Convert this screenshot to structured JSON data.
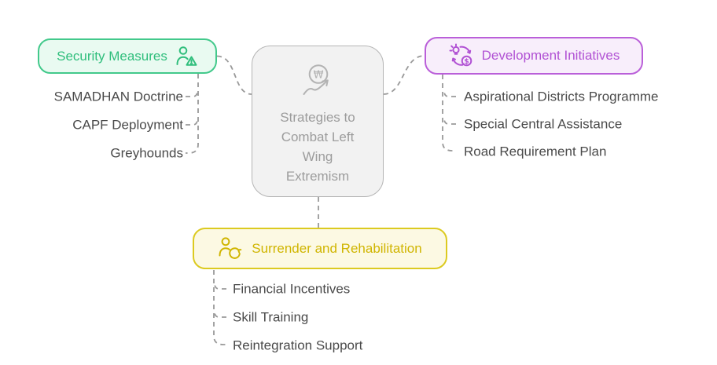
{
  "page": {
    "background": "#ffffff"
  },
  "diagram": {
    "center": {
      "title": "Strategies to Combat Left Wing Extremism",
      "title_lines": [
        "Strategies to",
        "Combat Left",
        "Wing",
        "Extremism"
      ],
      "icon": "won-currency-growth-icon",
      "colors": {
        "border": "#b5b5b5",
        "background": "#f2f2f2",
        "text": "#9c9c9c"
      }
    },
    "branches": [
      {
        "id": "security-measures",
        "label": "Security Measures",
        "icon": "person-alert-icon",
        "colors": {
          "border": "#42c98b",
          "background": "#e9faf1",
          "text": "#2fbe7c"
        },
        "children": [
          "SAMADHAN Doctrine",
          "CAPF Deployment",
          "Greyhounds"
        ]
      },
      {
        "id": "development-initiatives",
        "label": "Development Initiatives",
        "icon": "idea-to-money-icon",
        "colors": {
          "border": "#ba5fd9",
          "background": "#f8eefb",
          "text": "#b152d4"
        },
        "children": [
          "Aspirational Districts Programme",
          "Special Central Assistance",
          "Road Requirement Plan"
        ]
      },
      {
        "id": "surrender-rehabilitation",
        "label": "Surrender and Rehabilitation",
        "icon": "person-refresh-icon",
        "colors": {
          "border": "#dcca20",
          "background": "#fcf9e3",
          "text": "#d0b500"
        },
        "children": [
          "Financial Incentives",
          "Skill Training",
          "Reintegration Support"
        ]
      }
    ],
    "connector_color": "#999999"
  }
}
